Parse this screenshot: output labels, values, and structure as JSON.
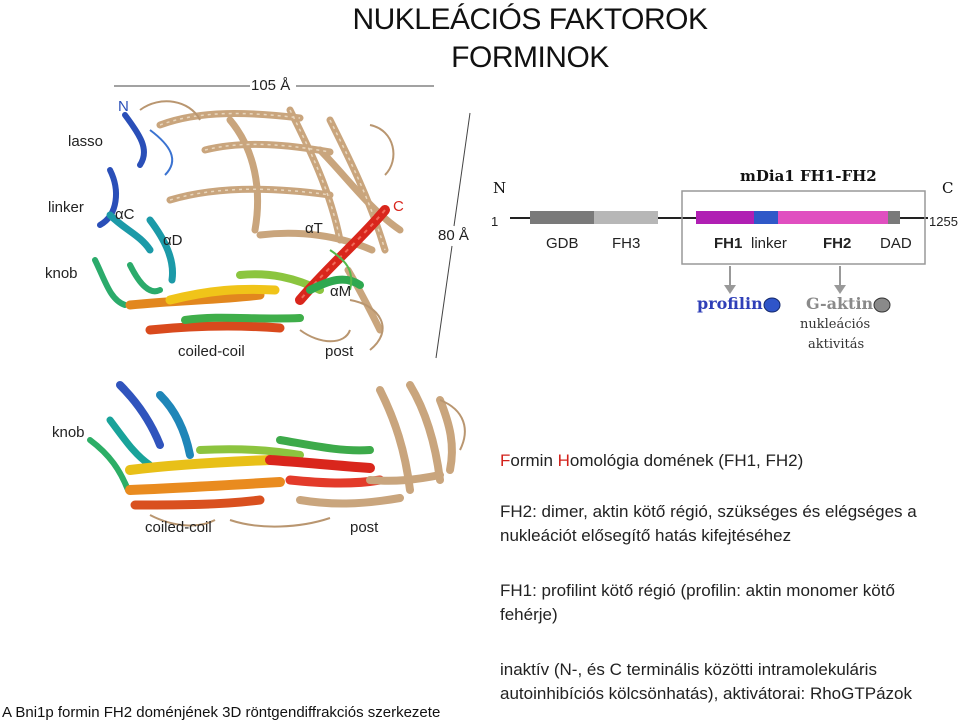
{
  "title": {
    "line1": "NUKLEÁCIÓS FAKTOROK",
    "line2": "FORMINOK"
  },
  "structure_top": {
    "measure_width": "105 Å",
    "measure_height": "80 Å",
    "labels": {
      "N": "N",
      "lasso": "lasso",
      "linker": "linker",
      "alphaC": "αC",
      "alphaD": "αD",
      "knob": "knob",
      "coiled_coil": "coiled-coil",
      "post": "post",
      "alphaT": "αT",
      "alphaM": "αM",
      "C": "C"
    }
  },
  "structure_bottom": {
    "labels": {
      "knob": "knob",
      "coiled_coil": "coiled-coil",
      "post": "post"
    }
  },
  "domain_diagram": {
    "N": "N",
    "C": "C",
    "name": "mDia1 FH1-FH2",
    "start": "1",
    "end": "1255",
    "segments": [
      "GDB",
      "FH3",
      "FH1",
      "linker",
      "FH2",
      "DAD"
    ],
    "bind_profilin": "profilin",
    "bind_gaktin": "G-aktin",
    "nucleation_line1": "nukleációs",
    "nucleation_line2": "aktivitás",
    "colors": {
      "fh1": "#b01fb3",
      "linker": "#2f58c8",
      "fh2": "#e04fc0",
      "profilin_ball": "#2f55c9",
      "gaktin_ball": "#8a8a8a"
    }
  },
  "caption": "A Bni1p formin FH2 doménjének 3D röntgendiffrakciós szerkezete",
  "text": {
    "p1_F": "F",
    "p1_rest1": "ormin ",
    "p1_H": "H",
    "p1_rest2": "omológia domének (FH1, FH2)",
    "p2_line1": "FH2: dimer, aktin kötő régió, szükséges és elégséges a",
    "p2_line2": "nukleációt elősegítő hatás kifejtéséhez",
    "p3_line1": "FH1: profilint kötő régió (profilin: aktin monomer kötő",
    "p3_line2": "fehérje)",
    "p4_line1": "inaktív (N-, és C terminális közötti intramolekuláris",
    "p4_line2": "autoinhibíciós kölcsönhatás), aktivátorai: RhoGTPázok"
  }
}
